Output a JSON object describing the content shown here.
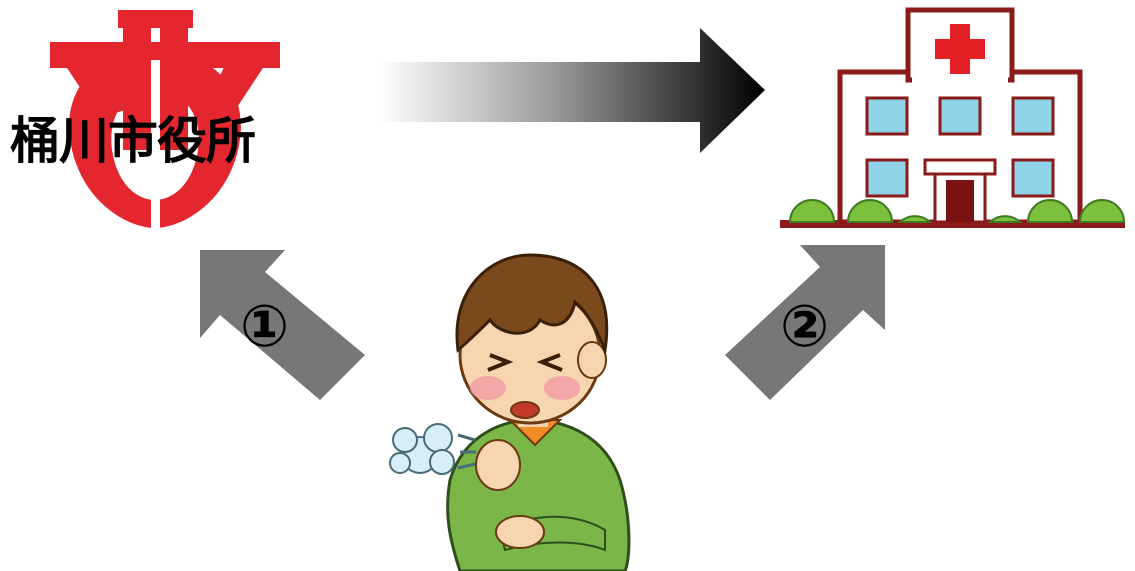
{
  "city_office": {
    "name": "桶川市役所",
    "logo_color": "#e4262f"
  },
  "steps": [
    {
      "number": "①"
    },
    {
      "number": "②"
    }
  ],
  "colors": {
    "step_arrow": "#777777",
    "hospital_cross": "#e51f26",
    "hospital_window": "#8fd3e8",
    "hospital_trim": "#8b1a1a",
    "shrub": "#7cc03d",
    "shirt": "#7ab648"
  },
  "icons": {
    "city_logo": "city-emblem-icon",
    "hospital": "hospital-icon",
    "person": "coughing-person-icon",
    "cough_cloud": "cough-breath-icon"
  }
}
